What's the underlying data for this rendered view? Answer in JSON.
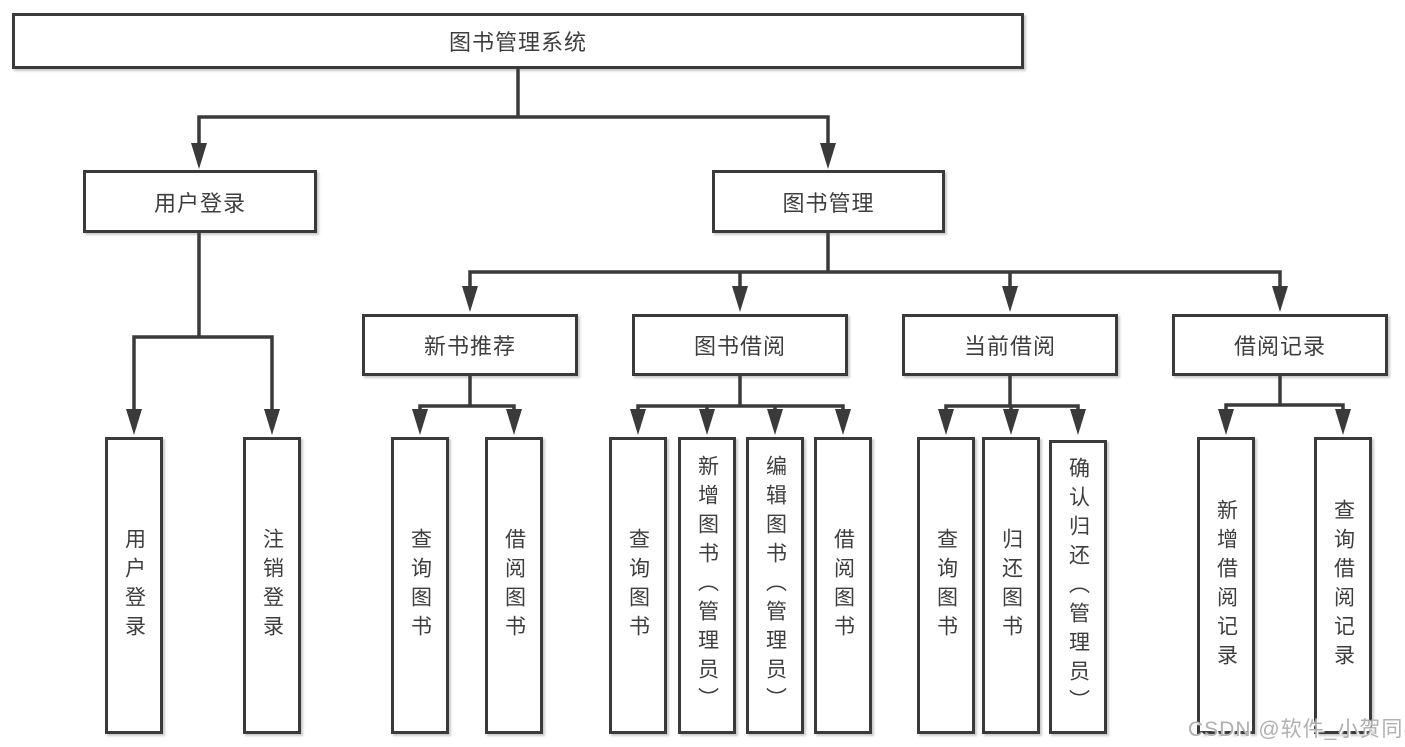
{
  "diagram": {
    "watermark": {
      "text": "CSDN @软件_小贺同学"
    },
    "colors": {
      "line": "#3a3a3a",
      "box_border": "#3a3a3a",
      "box_fill": "#ffffff",
      "text": "#3e3e3e",
      "background": "#ffffff",
      "watermark": "#b0b0b0"
    },
    "tree": {
      "label": "图书管理系统",
      "children": [
        {
          "label": "用户登录",
          "children": [
            {
              "label": "用户登录"
            },
            {
              "label": "注销登录"
            }
          ]
        },
        {
          "label": "图书管理",
          "children": [
            {
              "label": "新书推荐",
              "children": [
                {
                  "label": "查询图书"
                },
                {
                  "label": "借阅图书"
                }
              ]
            },
            {
              "label": "图书借阅",
              "children": [
                {
                  "label": "查询图书"
                },
                {
                  "label": "新增图书（管理员）"
                },
                {
                  "label": "编辑图书（管理员）"
                },
                {
                  "label": "借阅图书"
                }
              ]
            },
            {
              "label": "当前借阅",
              "children": [
                {
                  "label": "查询图书"
                },
                {
                  "label": "归还图书"
                },
                {
                  "label": "确认归还（管理员）"
                }
              ]
            },
            {
              "label": "借阅记录",
              "children": [
                {
                  "label": "新增借阅记录"
                },
                {
                  "label": "查询借阅记录"
                }
              ]
            }
          ]
        }
      ]
    }
  }
}
